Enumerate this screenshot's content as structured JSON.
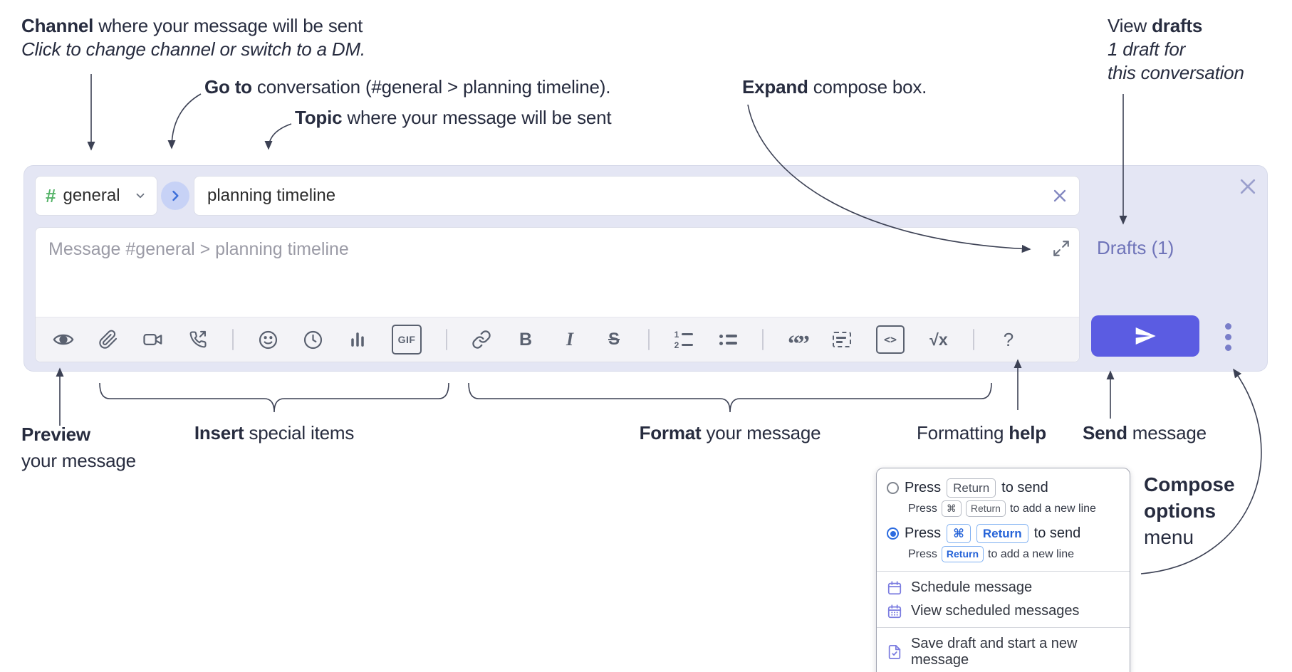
{
  "ann": {
    "channel_bold": "Channel",
    "channel_rest": " where your message will be sent",
    "channel_sub": "Click to change channel or switch to a DM.",
    "goto_bold": "Go to",
    "goto_rest": " conversation (#general > planning timeline).",
    "topic_bold": "Topic",
    "topic_rest": " where your message will be sent",
    "drafts_pre": "View ",
    "drafts_bold": "drafts",
    "drafts_line2": "1 draft for",
    "drafts_line3": "this conversation",
    "expand_bold": "Expand",
    "expand_rest": " compose box.",
    "preview_bold": "Preview",
    "preview_line2": "your message",
    "insert_bold": "Insert",
    "insert_rest": " special items",
    "format_bold": "Format",
    "format_rest": " your message",
    "fmthelp_pre": "Formatting ",
    "fmthelp_bold": "help",
    "send_bold": "Send",
    "send_rest": " message",
    "compose_opts_line1": "Compose",
    "compose_opts_line2": "options",
    "compose_opts_line3": "menu"
  },
  "compose": {
    "channel": {
      "hash": "#",
      "name": "general"
    },
    "topic_value": "planning timeline",
    "message_placeholder": "Message #general > planning timeline",
    "drafts_link": "Drafts (1)",
    "toolbar_labels": {
      "gif": "GIF",
      "bold": "B",
      "italic": "I",
      "strike": "S",
      "quote": "“”",
      "code": "<>",
      "math": "√x",
      "help": "?",
      "num1": "1",
      "num2": "2"
    },
    "toolbar_icons": [
      "preview-eye",
      "attach-file",
      "video-call",
      "voice-call",
      "emoji",
      "time",
      "poll",
      "gif",
      "link",
      "bold",
      "italic",
      "strikethrough",
      "numbered-list",
      "bulleted-list",
      "quote",
      "spoiler",
      "code",
      "math",
      "help"
    ]
  },
  "menu": {
    "opt1": {
      "selected": false,
      "main_pre": "Press",
      "main_key": "Return",
      "main_post": "to send",
      "sub_pre": "Press",
      "sub_key1": "⌘",
      "sub_key2": "Return",
      "sub_post": "to add a new line"
    },
    "opt2": {
      "selected": true,
      "main_pre": "Press",
      "main_key1": "⌘",
      "main_key2": "Return",
      "main_post": "to send",
      "sub_pre": "Press",
      "sub_key": "Return",
      "sub_post": "to add a new line"
    },
    "items": [
      {
        "icon": "calendar-icon",
        "label": "Schedule message"
      },
      {
        "icon": "calendar-grid-icon",
        "label": "View scheduled messages"
      },
      {
        "icon": "save-draft-icon",
        "label": "Save draft and start a new message"
      }
    ]
  },
  "colors": {
    "compose_bg": "#e4e6f4",
    "send_button": "#5b5ce2",
    "hash_green": "#55b368",
    "drafts_link": "#6f74b9",
    "goto_chevron": "#3c6ed9",
    "goto_circle_bg": "#c7d2f6",
    "radio_selected": "#2b6be0",
    "menu_icon": "#7b7ce0",
    "annotation_text": "#272c3f"
  }
}
